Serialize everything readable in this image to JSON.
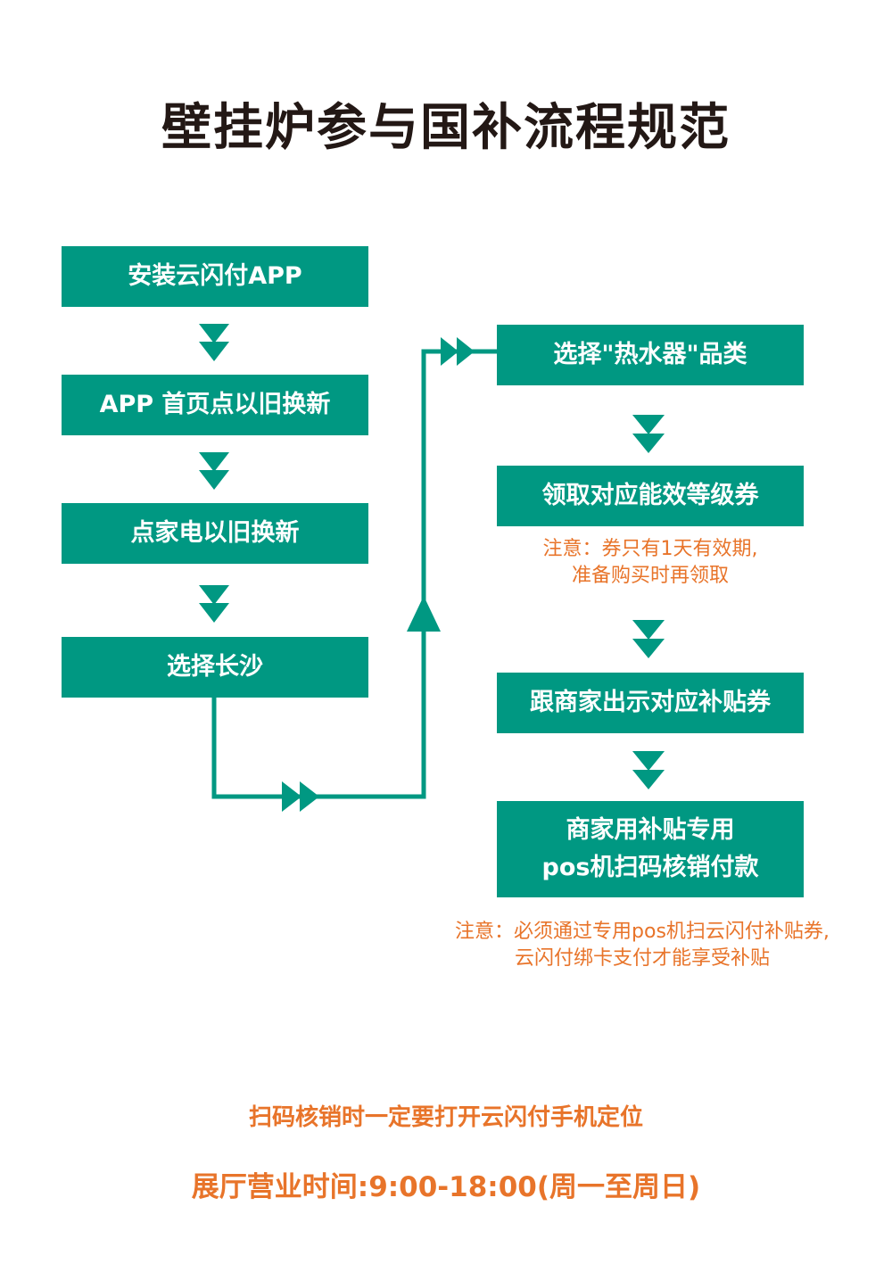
{
  "title": "壁挂炉参与国补流程规范",
  "left_steps": [
    {
      "label": "安装云闪付APP"
    },
    {
      "label": "APP 首页点以旧换新"
    },
    {
      "label": "点家电以旧换新"
    },
    {
      "label": "选择长沙"
    }
  ],
  "right_steps": [
    {
      "label": "选择\"热水器\"品类"
    },
    {
      "label": "领取对应能效等级券"
    },
    {
      "label": "跟商家出示对应补贴券"
    },
    {
      "label_line1": "商家用补贴专用",
      "label_line2": "pos机扫码核销付款"
    }
  ],
  "note1": {
    "line1": "注意：券只有1天有效期,",
    "line2": "准备购买时再领取"
  },
  "note2": {
    "line1": "注意：必须通过专用pos机扫云闪付补贴券,",
    "line2": "云闪付绑卡支付才能享受补贴"
  },
  "footer": {
    "line1": "扫码核销时一定要打开云闪付手机定位",
    "line2": "展厅营业时间:9:00-18:00(周一至周日)"
  },
  "colors": {
    "box": "#009882",
    "note": "#e8742a",
    "title": "#231815"
  }
}
